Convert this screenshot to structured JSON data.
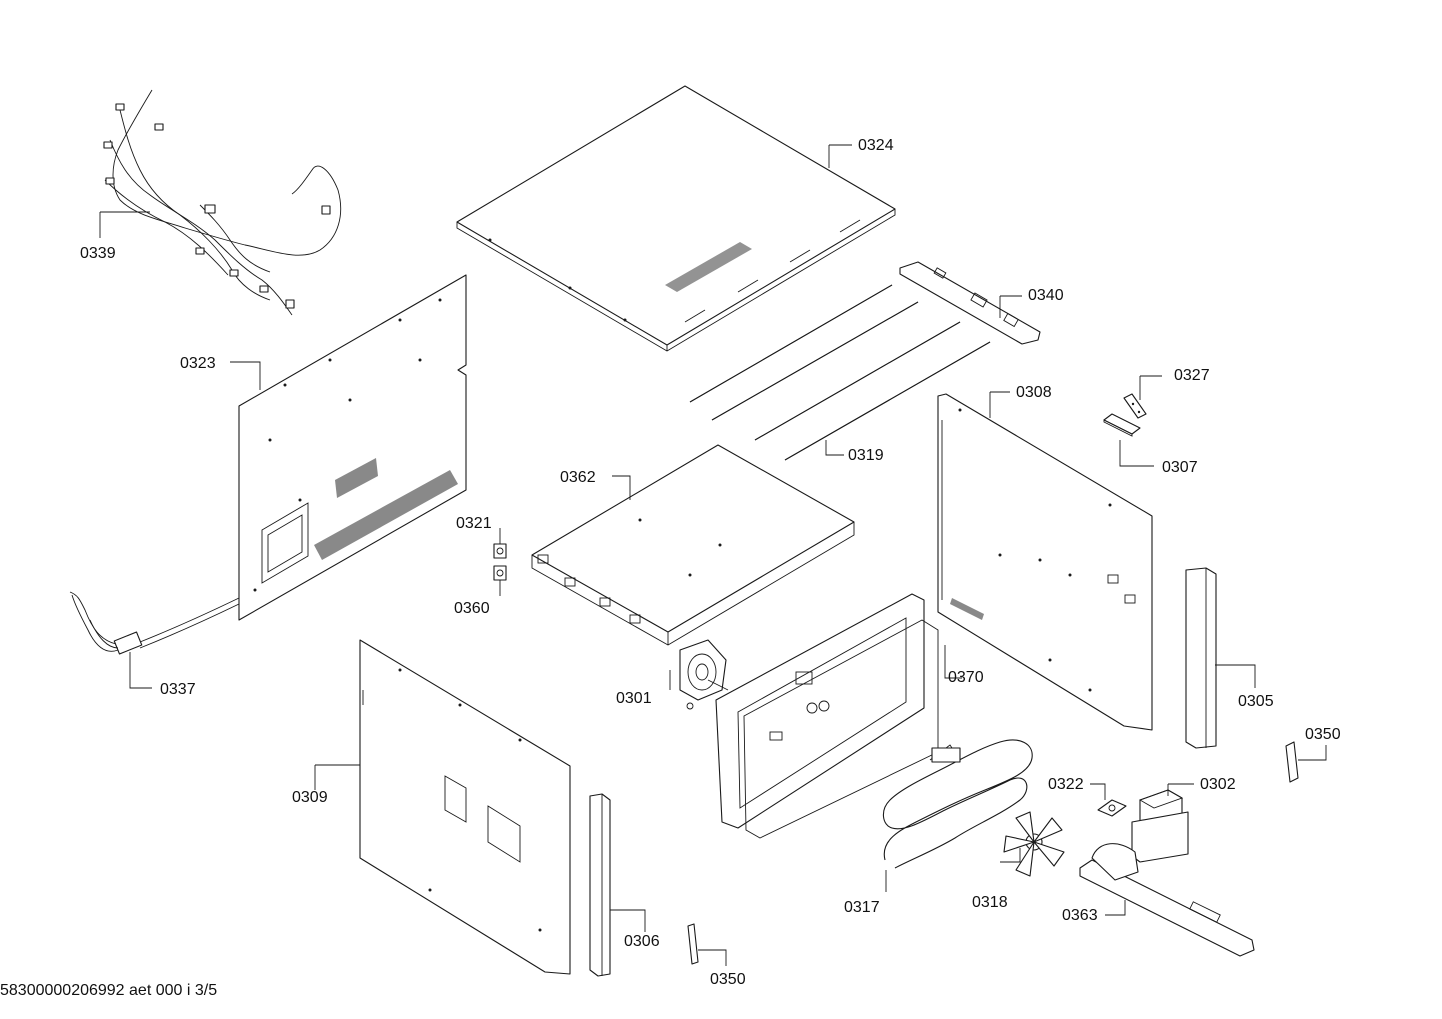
{
  "diagram": {
    "labels": [
      {
        "id": "0324",
        "text": "0324"
      },
      {
        "id": "0339",
        "text": "0339"
      },
      {
        "id": "0340",
        "text": "0340"
      },
      {
        "id": "0323",
        "text": "0323"
      },
      {
        "id": "0327",
        "text": "0327"
      },
      {
        "id": "0308",
        "text": "0308"
      },
      {
        "id": "0307",
        "text": "0307"
      },
      {
        "id": "0319",
        "text": "0319"
      },
      {
        "id": "0362",
        "text": "0362"
      },
      {
        "id": "0321",
        "text": "0321"
      },
      {
        "id": "0360",
        "text": "0360"
      },
      {
        "id": "0337",
        "text": "0337"
      },
      {
        "id": "0370",
        "text": "0370"
      },
      {
        "id": "0301",
        "text": "0301"
      },
      {
        "id": "0305",
        "text": "0305"
      },
      {
        "id": "0350a",
        "text": "0350"
      },
      {
        "id": "0309",
        "text": "0309"
      },
      {
        "id": "0322",
        "text": "0322"
      },
      {
        "id": "0302",
        "text": "0302"
      },
      {
        "id": "0317",
        "text": "0317"
      },
      {
        "id": "0318",
        "text": "0318"
      },
      {
        "id": "0363",
        "text": "0363"
      },
      {
        "id": "0306",
        "text": "0306"
      },
      {
        "id": "0350b",
        "text": "0350"
      }
    ]
  },
  "footer": {
    "document_id": "58300000206992 aet 000 i 3/5"
  }
}
